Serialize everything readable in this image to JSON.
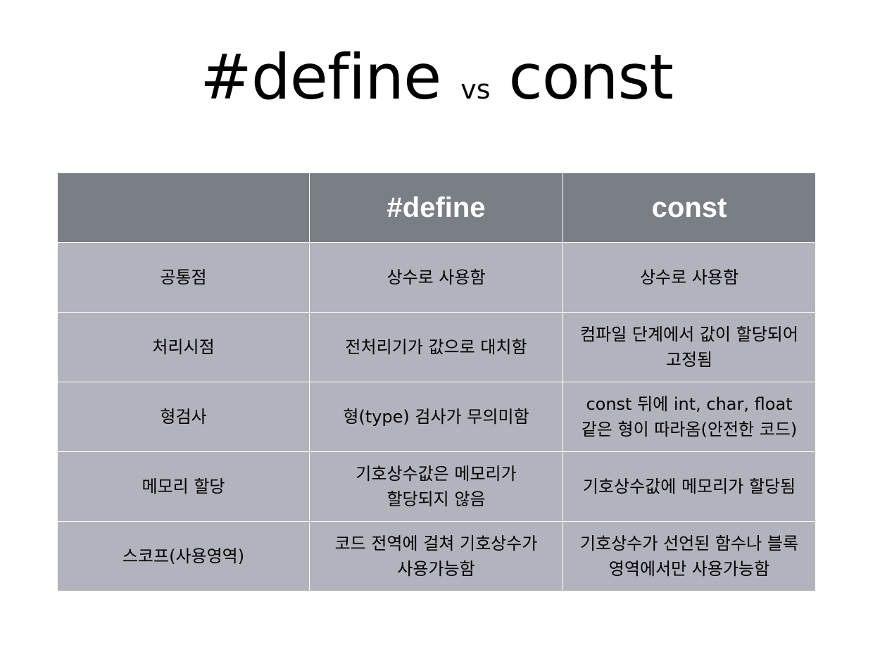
{
  "title": {
    "left": "#define",
    "vs": "vs",
    "right": "const"
  },
  "table": {
    "headers": [
      "",
      "#define",
      "const"
    ],
    "rows": [
      {
        "label": "공통점",
        "define": [
          "상수로 사용함"
        ],
        "const": [
          "상수로 사용함"
        ]
      },
      {
        "label": "처리시점",
        "define": [
          "전처리기가 값으로 대치함"
        ],
        "const": [
          "컴파일 단계에서 값이 할당되어",
          "고정됨"
        ]
      },
      {
        "label": "형검사",
        "define": [
          "형(type) 검사가 무의미함"
        ],
        "const": [
          "const 뒤에 int, char, float",
          "같은 형이 따라옴(안전한 코드)"
        ]
      },
      {
        "label": "메모리 할당",
        "define": [
          "기호상수값은 메모리가",
          "할당되지 않음"
        ],
        "const": [
          "기호상수값에 메모리가 할당됨"
        ]
      },
      {
        "label": "스코프(사용영역)",
        "define": [
          "코드 전역에 걸쳐 기호상수가",
          "사용가능함"
        ],
        "const": [
          "기호상수가 선언된 함수나 블록",
          "영역에서만 사용가능함"
        ]
      }
    ]
  },
  "colors": {
    "header_bg": "#7a7f86",
    "cell_bg": "#b3b3bd",
    "header_text": "#ffffff",
    "cell_text": "#000000"
  }
}
